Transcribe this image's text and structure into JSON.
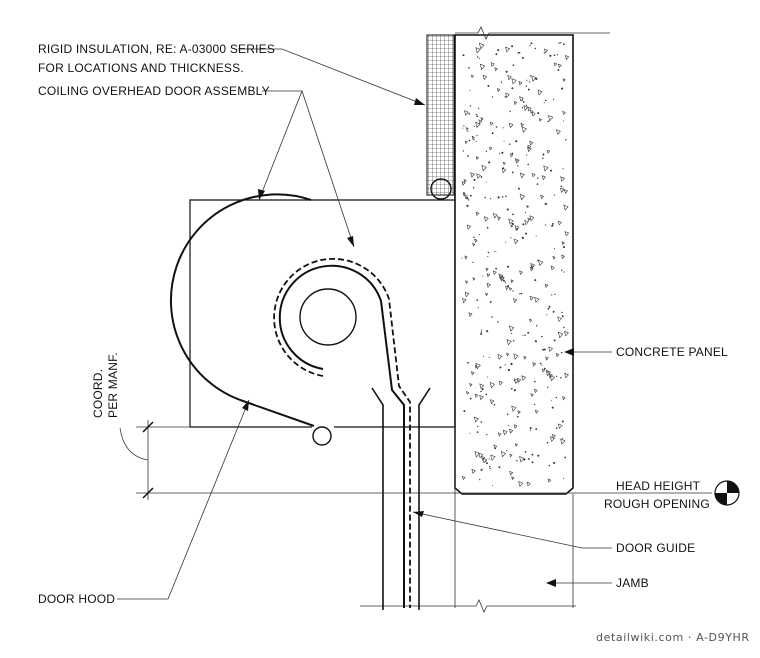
{
  "labels": {
    "insulation_line1": "RIGID INSULATION, RE: A-03000 SERIES",
    "insulation_line2": "FOR LOCATIONS AND THICKNESS.",
    "door_assembly": "COILING OVERHEAD DOOR ASSEMBLY",
    "coord_line1": "COORD.",
    "coord_line2": "PER MANF.",
    "concrete_panel": "CONCRETE PANEL",
    "head_height_line1": "HEAD HEIGHT",
    "head_height_line2": "ROUGH OPENING",
    "door_guide": "DOOR GUIDE",
    "jamb": "JAMB",
    "door_hood": "DOOR HOOD"
  },
  "watermark": "detailwiki.com · A-D9YHR",
  "icons": {
    "elevation_marker": "elevation-target-icon",
    "break_line": "break-line-icon"
  },
  "colors": {
    "line": "#111111",
    "background": "#ffffff"
  }
}
